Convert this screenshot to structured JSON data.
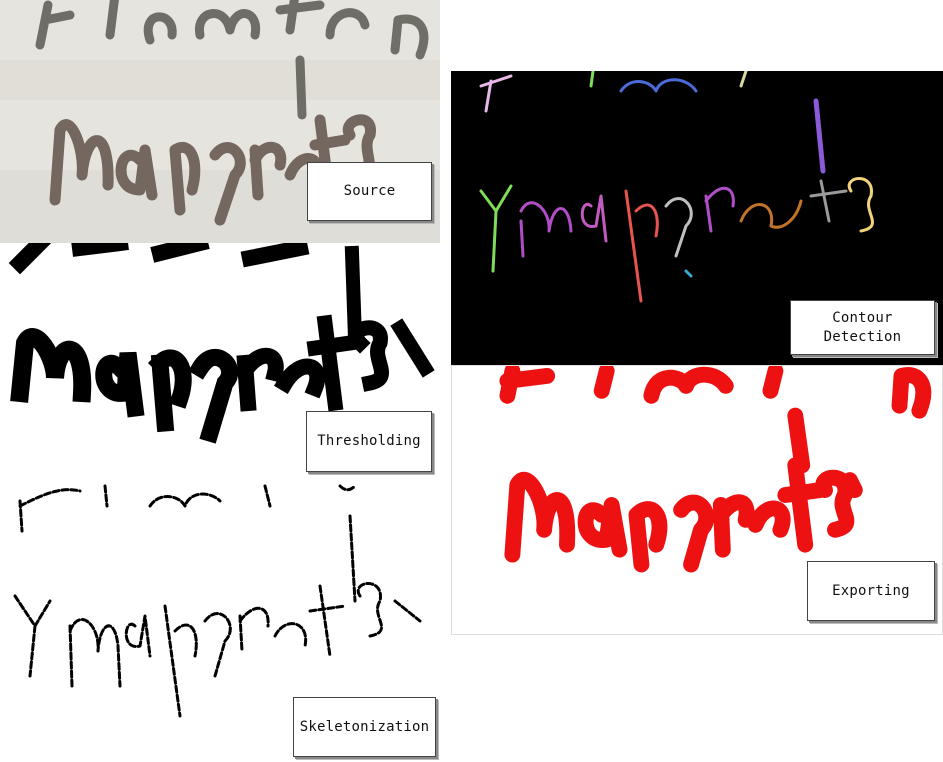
{
  "steps": {
    "source": {
      "label": "Source",
      "handwriting": [
        "Electro",
        "magnets",
        "5"
      ]
    },
    "thresholding": {
      "label": "Thresholding"
    },
    "skeletonization": {
      "label": "Skeletonization"
    },
    "contour_detection": {
      "label_line1": "Contour",
      "label_line2": "Detection"
    },
    "exporting": {
      "label": "Exporting"
    }
  },
  "colors": {
    "source_ink": "#5e5850",
    "threshold_ink": "#000000",
    "skeleton_ink": "#000000",
    "contour_bg": "#000000",
    "export_ink": "#ee1111",
    "contour_palette": [
      "#7fdc5a",
      "#b04ec8",
      "#e8544e",
      "#8a5ad8",
      "#c2742a",
      "#f2d27a",
      "#d0d0d0",
      "#3aa8d0",
      "#4c6ad8"
    ]
  }
}
